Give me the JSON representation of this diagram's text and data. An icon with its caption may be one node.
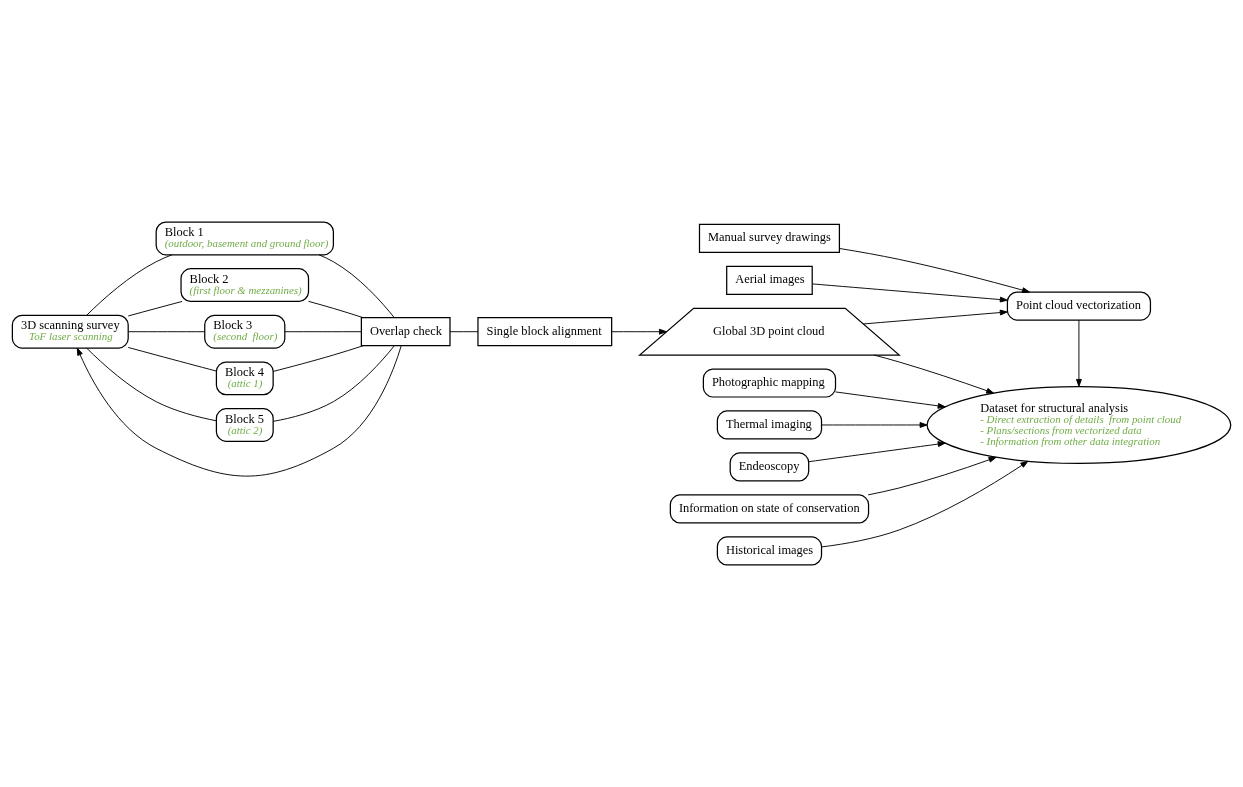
{
  "diagram": {
    "nodes": [
      {
        "text": [
          "3D scanning survey",
          "ToF laser scanning"
        ]
      },
      {
        "text": [
          "Block 1",
          "(outdoor, basement and ground floor)"
        ]
      },
      {
        "text": [
          "Block 2",
          "(first floor & mezzanines)"
        ]
      },
      {
        "text": [
          "Block 3",
          "(second  floor)"
        ]
      },
      {
        "text": [
          "Block 4",
          "(attic 1)"
        ]
      },
      {
        "text": [
          "Block 5",
          "(attic 2)"
        ]
      },
      {
        "text": [
          "Overlap check"
        ]
      },
      {
        "text": [
          "Single block alignment"
        ]
      },
      {
        "text": [
          "Manual survey drawings"
        ]
      },
      {
        "text": [
          "Aerial images"
        ]
      },
      {
        "text": [
          "Global 3D point cloud"
        ]
      },
      {
        "text": [
          "Point cloud vectorization"
        ]
      },
      {
        "text": [
          "Dataset for structural analysis",
          "- Direct extraction of details  from point cloud",
          "- Plans/sections from vectorized data",
          "- Information from other data integration"
        ]
      },
      {
        "text": [
          "Photographic mapping"
        ]
      },
      {
        "text": [
          "Thermal imaging"
        ]
      },
      {
        "text": [
          "Endeoscopy"
        ]
      },
      {
        "text": [
          "Information on state of conservation"
        ]
      },
      {
        "text": [
          "Historical images"
        ]
      }
    ],
    "edges": [
      {
        "from": 0,
        "to": 1,
        "arrow": "none"
      },
      {
        "from": 0,
        "to": 2,
        "arrow": "none"
      },
      {
        "from": 0,
        "to": 3,
        "arrow": "none"
      },
      {
        "from": 0,
        "to": 4,
        "arrow": "none"
      },
      {
        "from": 0,
        "to": 5,
        "arrow": "none"
      },
      {
        "from": 1,
        "to": 6,
        "arrow": "none"
      },
      {
        "from": 2,
        "to": 6,
        "arrow": "none"
      },
      {
        "from": 3,
        "to": 6,
        "arrow": "none"
      },
      {
        "from": 4,
        "to": 6,
        "arrow": "none"
      },
      {
        "from": 5,
        "to": 6,
        "arrow": "none"
      },
      {
        "from": 6,
        "to": 0,
        "arrow": "to"
      },
      {
        "from": 6,
        "to": 7,
        "arrow": "none"
      },
      {
        "from": 7,
        "to": 10,
        "arrow": "to"
      },
      {
        "from": 8,
        "to": 11,
        "arrow": "to"
      },
      {
        "from": 9,
        "to": 11,
        "arrow": "to"
      },
      {
        "from": 10,
        "to": 11,
        "arrow": "to"
      },
      {
        "from": 10,
        "to": 12,
        "arrow": "to"
      },
      {
        "from": 11,
        "to": 12,
        "arrow": "to"
      },
      {
        "from": 13,
        "to": 12,
        "arrow": "to"
      },
      {
        "from": 14,
        "to": 12,
        "arrow": "to"
      },
      {
        "from": 15,
        "to": 12,
        "arrow": "to"
      },
      {
        "from": 16,
        "to": 12,
        "arrow": "to"
      },
      {
        "from": 17,
        "to": 12,
        "arrow": "to"
      }
    ]
  }
}
